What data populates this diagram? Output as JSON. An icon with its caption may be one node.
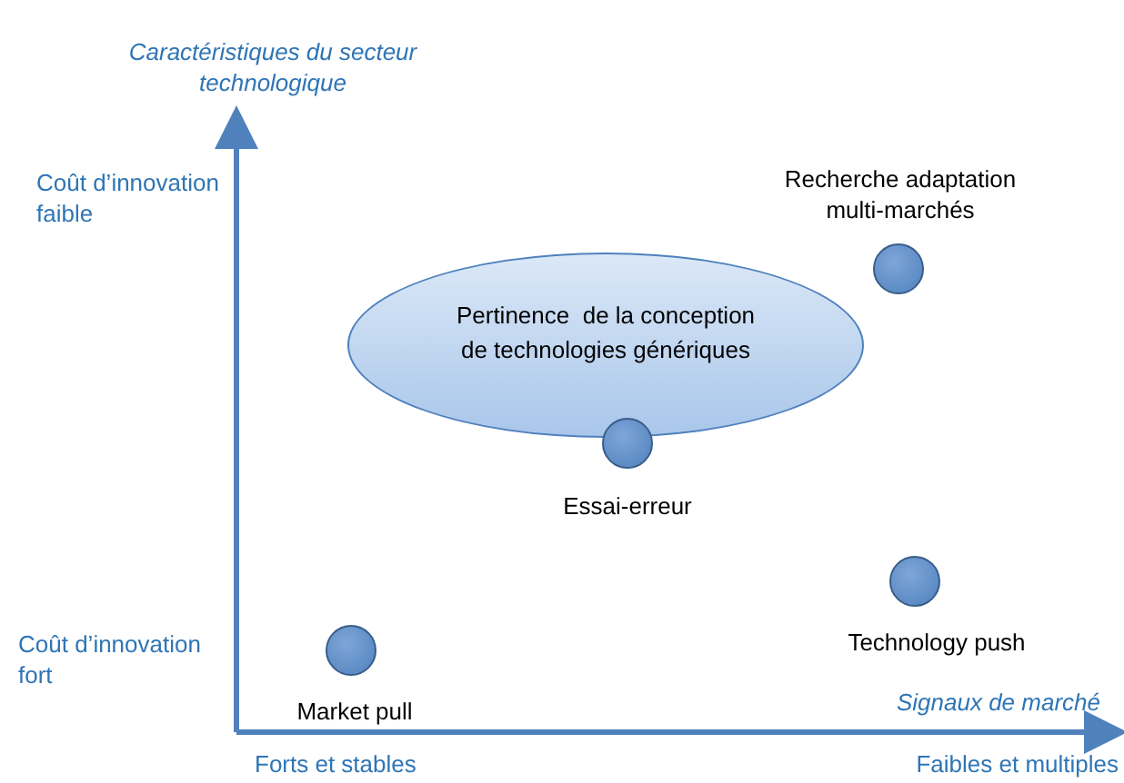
{
  "diagram": {
    "nodes": [
      {
        "text": [
          "Pertinence  de la conception de technologies génériques"
        ]
      },
      {
        "text": [],
        "shape": "circle",
        "beside": [
          "Recherche adaptation multi-marchés"
        ]
      },
      {
        "text": [],
        "shape": "circle",
        "beside": [
          "Essai-erreur"
        ]
      },
      {
        "text": [],
        "shape": "circle",
        "beside": [
          "Technology push"
        ]
      },
      {
        "text": [],
        "shape": "circle",
        "beside": [
          "Market pull"
        ]
      }
    ],
    "edges": [],
    "labels": [
      "Caractéristiques du secteur technologique",
      "Coût d’innovation faible",
      "Coût d’innovation fort",
      "Signaux de marché",
      "Forts et stables",
      "Faibles et multiples"
    ]
  }
}
